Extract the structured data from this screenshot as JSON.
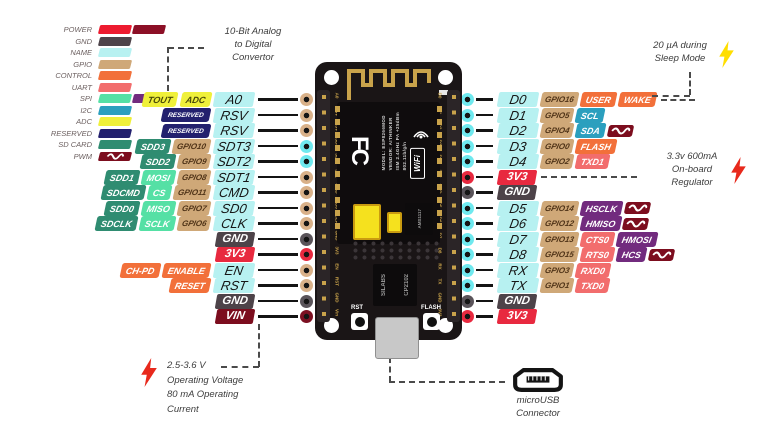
{
  "legend": {
    "items": [
      {
        "label": "POWER",
        "color": "#ED1B2F",
        "extra": "#8C0F26"
      },
      {
        "label": "GND",
        "color": "#4D4349"
      },
      {
        "label": "NAME",
        "color": "#B7F1F1"
      },
      {
        "label": "GPIO",
        "color": "#CFA878"
      },
      {
        "label": "CONTROL",
        "color": "#F2703A"
      },
      {
        "label": "UART",
        "color": "#F26D6D"
      },
      {
        "label": "SPI",
        "color": "#55E0A5",
        "extra": "#722B7E"
      },
      {
        "label": "I2C",
        "color": "#2B9FBE"
      },
      {
        "label": "ADC",
        "color": "#EFF03A"
      },
      {
        "label": "RESERVED",
        "color": "#23206E"
      },
      {
        "label": "SD CARD",
        "color": "#2F8C71"
      },
      {
        "label": "PWM",
        "color": "#7C0D1E",
        "wave": true
      }
    ]
  },
  "pins": {
    "left": [
      {
        "badges": [
          [
            "TOUT",
            "adc"
          ],
          [
            "ADC",
            "adc"
          ]
        ],
        "name": "A0",
        "ns": "name",
        "dot": "tan"
      },
      {
        "badges": [
          [
            "RESERVED",
            "reserved"
          ]
        ],
        "name": "RSV",
        "ns": "name",
        "dot": "tan"
      },
      {
        "badges": [
          [
            "RESERVED",
            "reserved"
          ]
        ],
        "name": "RSV",
        "ns": "name",
        "dot": "tan"
      },
      {
        "badges": [
          [
            "SDD3",
            "sdcard"
          ],
          [
            "GPIO10",
            "gpio"
          ]
        ],
        "name": "SDT3",
        "ns": "name",
        "dot": "cyan"
      },
      {
        "badges": [
          [
            "SDD2",
            "sdcard"
          ],
          [
            "GPIO9",
            "gpio"
          ]
        ],
        "name": "SDT2",
        "ns": "name",
        "dot": "cyan"
      },
      {
        "badges": [
          [
            "SDD1",
            "sdcard"
          ],
          [
            "MOSI",
            "spi"
          ],
          [
            "GPIO8",
            "gpio"
          ]
        ],
        "name": "SDT1",
        "ns": "name",
        "dot": "tan"
      },
      {
        "badges": [
          [
            "SDCMD",
            "sdcard"
          ],
          [
            "CS",
            "spi"
          ],
          [
            "GPIO11",
            "gpio"
          ]
        ],
        "name": "CMD",
        "ns": "name",
        "dot": "tan"
      },
      {
        "badges": [
          [
            "SDD0",
            "sdcard"
          ],
          [
            "MISO",
            "spi"
          ],
          [
            "GPIO7",
            "gpio"
          ]
        ],
        "name": "SD0",
        "ns": "name",
        "dot": "tan"
      },
      {
        "badges": [
          [
            "SDCLK",
            "sdcard"
          ],
          [
            "SCLK",
            "spi"
          ],
          [
            "GPIO6",
            "gpio"
          ]
        ],
        "name": "CLK",
        "ns": "name",
        "dot": "tan"
      },
      {
        "badges": [],
        "name": "GND",
        "ns": "gnd",
        "dot": "gnd"
      },
      {
        "badges": [],
        "name": "3V3",
        "ns": "power",
        "dot": "power"
      },
      {
        "badges": [
          [
            "CH-PD",
            "control"
          ],
          [
            "ENABLE",
            "control"
          ]
        ],
        "name": "EN",
        "ns": "name",
        "dot": "tan"
      },
      {
        "badges": [
          [
            "RESET",
            "control"
          ]
        ],
        "name": "RST",
        "ns": "name",
        "dot": "tan"
      },
      {
        "badges": [],
        "name": "GND",
        "ns": "gnd",
        "dot": "gnd"
      },
      {
        "badges": [],
        "name": "VIN",
        "ns": "vin",
        "dot": "vin"
      }
    ],
    "right": [
      {
        "name": "D0",
        "ns": "name",
        "dot": "cyan",
        "badges": [
          [
            "GPIO16",
            "gpio"
          ],
          [
            "USER",
            "control"
          ],
          [
            "WAKE",
            "control"
          ]
        ],
        "dash": 34
      },
      {
        "name": "D1",
        "ns": "name",
        "dot": "cyan",
        "badges": [
          [
            "GPIO5",
            "gpio"
          ],
          [
            "SCL",
            "i2c"
          ]
        ]
      },
      {
        "name": "D2",
        "ns": "name",
        "dot": "cyan",
        "badges": [
          [
            "GPIO4",
            "gpio"
          ],
          [
            "SDA",
            "i2c"
          ],
          [
            "",
            "wave"
          ]
        ]
      },
      {
        "name": "D3",
        "ns": "name",
        "dot": "cyan",
        "badges": [
          [
            "GPIO0",
            "gpio"
          ],
          [
            "FLASH",
            "control"
          ]
        ]
      },
      {
        "name": "D4",
        "ns": "name",
        "dot": "cyan",
        "badges": [
          [
            "GPIO2",
            "gpio"
          ],
          [
            "TXD1",
            "uart"
          ]
        ]
      },
      {
        "name": "3V3",
        "ns": "power",
        "dot": "power",
        "badges": [],
        "dash": 96
      },
      {
        "name": "GND",
        "ns": "gnd",
        "dot": "gnd",
        "badges": []
      },
      {
        "name": "D5",
        "ns": "name",
        "dot": "cyan",
        "badges": [
          [
            "GPIO14",
            "gpio"
          ],
          [
            "HSCLK",
            "hspi"
          ],
          [
            "",
            "wave"
          ]
        ]
      },
      {
        "name": "D6",
        "ns": "name",
        "dot": "cyan",
        "badges": [
          [
            "GPIO12",
            "gpio"
          ],
          [
            "HMISO",
            "hspi"
          ],
          [
            "",
            "wave"
          ]
        ]
      },
      {
        "name": "D7",
        "ns": "name",
        "dot": "cyan",
        "badges": [
          [
            "GPIO13",
            "gpio"
          ],
          [
            "CTS0",
            "uart"
          ],
          [
            "HMOSI",
            "hspi"
          ]
        ]
      },
      {
        "name": "D8",
        "ns": "name",
        "dot": "cyan",
        "badges": [
          [
            "GPIO15",
            "gpio"
          ],
          [
            "RTS0",
            "uart"
          ],
          [
            "HCS",
            "hspi"
          ],
          [
            "",
            "wave"
          ]
        ]
      },
      {
        "name": "RX",
        "ns": "name",
        "dot": "cyan",
        "badges": [
          [
            "GPIO3",
            "gpio"
          ],
          [
            "RXD0",
            "uart"
          ]
        ]
      },
      {
        "name": "TX",
        "ns": "name",
        "dot": "cyan",
        "badges": [
          [
            "GPIO1",
            "gpio"
          ],
          [
            "TXD0",
            "uart"
          ]
        ]
      },
      {
        "name": "GND",
        "ns": "gnd",
        "dot": "gnd",
        "badges": []
      },
      {
        "name": "3V3",
        "ns": "power",
        "dot": "power",
        "badges": []
      }
    ]
  },
  "annotations": {
    "adc": {
      "line1": "10-Bit Analog",
      "line2": "to Digital",
      "line3": "Convertor"
    },
    "sleep": {
      "line1": "20 µA during",
      "line2": "Sleep Mode"
    },
    "regulator": {
      "line1": "3.3v 600mA",
      "line2": "On-board",
      "line3": "Regulator"
    },
    "voltage": {
      "line1": "2.5-3.6 V",
      "line2": "Operating Voltage",
      "line3": "80 mA Operating",
      "line4": "Current"
    },
    "usb": {
      "line1": "microUSB",
      "line2": "Connector"
    }
  },
  "board": {
    "fcc": "FC",
    "module_info": [
      "MODEL: ESP8266MOD",
      "VENDOR: AITHINKER",
      "ISM 2.4GHz PA +25dBm",
      "802.11b/g/n"
    ],
    "wifi": "WiFi",
    "chip_regulator": "AMS1117",
    "chip_usb_line1": "SILABS",
    "chip_usb_line2": "CP2102",
    "rst": "RST",
    "flash": "FLASH",
    "left_edge": [
      "A0",
      "RSV",
      "RSV",
      "SD3",
      "SD2",
      "SD1",
      "CMD",
      "SD0",
      "CLK",
      "GND",
      "3V3",
      "EN",
      "RST",
      "GND",
      "Vin"
    ],
    "right_edge": [
      "D0",
      "D1",
      "D2",
      "D3",
      "D4",
      "3V3",
      "GND",
      "D5",
      "D6",
      "D7",
      "D8",
      "RX",
      "TX",
      "GND",
      "3V3"
    ]
  },
  "colors": {
    "accent_gold": "#C9A34B",
    "board_black": "#1A1516",
    "bolt_yellow": "#FFDE00",
    "bolt_red": "#E8291C"
  }
}
